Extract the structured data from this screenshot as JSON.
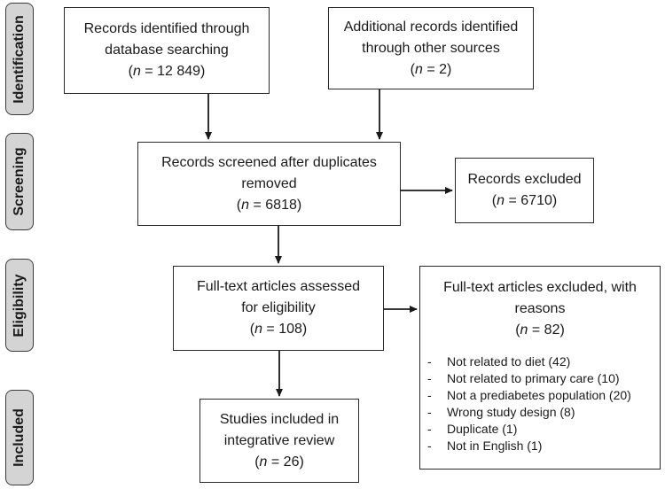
{
  "phases": {
    "identification": "Identification",
    "screening": "Screening",
    "eligibility": "Eligibility",
    "included": "Included"
  },
  "boxes": {
    "database_records": {
      "lines": [
        "Records identified through",
        "database searching"
      ],
      "n_prefix": "(",
      "n_var": "n",
      "n_value": " = 12 849)"
    },
    "other_records": {
      "lines": [
        "Additional records identified",
        "through other sources"
      ],
      "n_prefix": "(",
      "n_var": "n",
      "n_value": " = 2)"
    },
    "screened": {
      "lines": [
        "Records screened after duplicates",
        "removed"
      ],
      "n_prefix": "(",
      "n_var": "n",
      "n_value": " = 6818)"
    },
    "excluded": {
      "lines": [
        "Records excluded"
      ],
      "n_prefix": "(",
      "n_var": "n",
      "n_value": " = 6710)"
    },
    "fulltext_assessed": {
      "lines": [
        "Full-text articles assessed",
        "for eligibility"
      ],
      "n_prefix": "(",
      "n_var": "n",
      "n_value": " = 108)"
    },
    "fulltext_excluded": {
      "lines": [
        "Full-text articles excluded, with",
        "reasons"
      ],
      "n_prefix": "(",
      "n_var": "n",
      "n_value": " = 82)",
      "reasons": [
        "Not related to diet (42)",
        "Not related to primary care (10)",
        "Not a prediabetes population (20)",
        "Wrong study design (8)",
        "Duplicate (1)",
        "Not in English (1)"
      ]
    },
    "included_studies": {
      "lines": [
        "Studies included in",
        "integrative review"
      ],
      "n_prefix": "(",
      "n_var": "n",
      "n_value": " = 26)"
    }
  },
  "bullet": "-"
}
